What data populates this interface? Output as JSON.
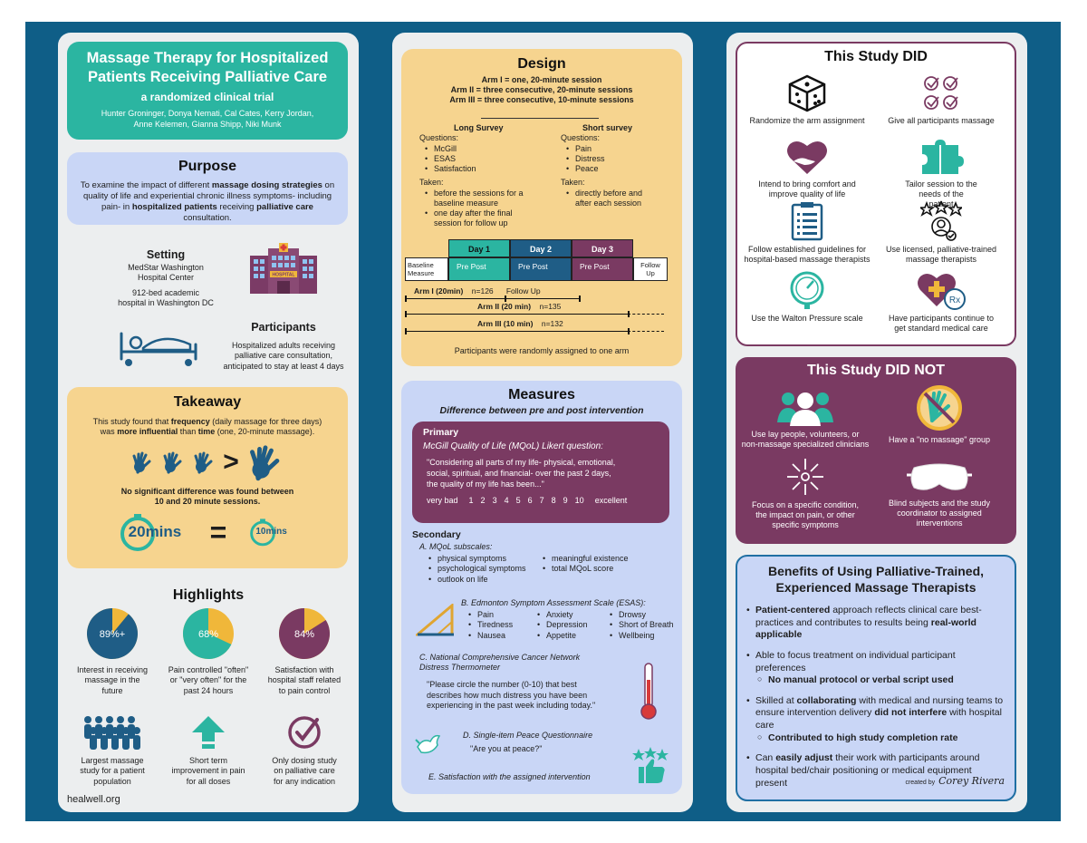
{
  "title": {
    "line1": "Massage Therapy for Hospitalized",
    "line2": "Patients Receiving Palliative Care",
    "subtitle": "a randomized clinical trial",
    "authors1": "Hunter Groninger, Donya Nemati, Cal Cates, Kerry Jordan,",
    "authors2": "Anne Kelemen, Gianna Shipp, Niki Munk"
  },
  "purpose": {
    "heading": "Purpose",
    "p1": "To examine the impact of different ",
    "b1": "massage dosing strategies",
    "p2": " on quality of life and experiential chronic illness symptoms- including pain- in ",
    "b2": "hospitalized patients",
    "p3": " receiving ",
    "b3": "palliative care",
    "p4": " consultation."
  },
  "setting": {
    "heading": "Setting",
    "line1": "MedStar Washington",
    "line2": "Hospital Center",
    "line3": "912-bed academic",
    "line4": "hospital in Washington DC",
    "sign": "HOSPITAL"
  },
  "participants": {
    "heading": "Participants",
    "line1": "Hospitalized adults receiving",
    "line2": "palliative care consultation,",
    "line3": "anticipated to stay at least 4 days"
  },
  "takeaway": {
    "heading": "Takeaway",
    "t1": "This study found that ",
    "b1": "frequency",
    "t2": " (daily massage for three days)",
    "t3": "was ",
    "b2": "more influential",
    "t4": " than ",
    "b3": "time",
    "t5": " (one, 20-minute massage).",
    "gt": ">",
    "nosig1": "No significant difference was found between",
    "nosig2": "10 and 20 minute sessions.",
    "timer20": "20mins",
    "timer10": "10mins",
    "eq": "="
  },
  "highlights": {
    "heading": "Highlights",
    "pie1": {
      "label": "89%+",
      "value": 89,
      "t1": "Interest in receiving",
      "t2": "massage in the",
      "t3": "future"
    },
    "pie2": {
      "label": "68%",
      "value": 68,
      "t1": "Pain controlled \"often\"",
      "t2": "or \"very often\" for the",
      "t3": "past 24 hours"
    },
    "pie3": {
      "label": "84%",
      "value": 84,
      "t1": "Satisfaction with",
      "t2": "hospital staff related",
      "t3": "to pain control"
    },
    "i1": {
      "t1": "Largest massage",
      "t2": "study for a patient",
      "t3": "population"
    },
    "i2": {
      "t1": "Short term",
      "t2": "improvement in pain",
      "t3": "for all doses"
    },
    "i3": {
      "t1": "Only dosing study",
      "t2": "on palliative care",
      "t3": "for any indication"
    },
    "site": "healwell.org"
  },
  "design": {
    "heading": "Design",
    "arm1": "Arm I = one, 20-minute session",
    "arm2": "Arm II = three consecutive, 20-minute sessions",
    "arm3": "Arm III = three consecutive, 10-minute sessions",
    "long": {
      "heading": "Long Survey",
      "q": "Questions:",
      "q1": "McGill",
      "q2": "ESAS",
      "q3": "Satisfaction",
      "taken": "Taken:",
      "k1a": "before the sessions for a",
      "k1b": "baseline measure",
      "k2a": "one day after the final",
      "k2b": "session for follow up"
    },
    "short": {
      "heading": "Short survey",
      "q": "Questions:",
      "q1": "Pain",
      "q2": "Distress",
      "q3": "Peace",
      "taken": "Taken:",
      "k1a": "directly before and",
      "k1b": "after each session"
    },
    "day1": "Day 1",
    "day2": "Day 2",
    "day3": "Day 3",
    "prepost": "Pre Post",
    "baseline1": "Baseline",
    "baseline2": "Measure",
    "follow1": "Follow",
    "follow2": "Up",
    "armI": "Arm I (20min)",
    "nI": "n=126",
    "followup": "Follow Up",
    "armII": "Arm II (20 min)",
    "nII": "n=135",
    "armIII": "Arm III (10 min)",
    "nIII": "n=132",
    "random": "Participants were randomly assigned to one arm"
  },
  "measures": {
    "heading": "Measures",
    "sub": "Difference between pre and post intervention",
    "primary": "Primary",
    "mqol": "McGill Quality of Life (MQoL) Likert question:",
    "quote1": "\"Considering all parts of my life- physical, emotional,",
    "quote2": "social, spiritual, and financial- over the past 2 days,",
    "quote3": "the quality of my life has been...\"",
    "verybad": "very bad",
    "excellent": "excellent",
    "scale": [
      "1",
      "2",
      "3",
      "4",
      "5",
      "6",
      "7",
      "8",
      "9",
      "10"
    ],
    "secondary": "Secondary",
    "a": "A. MQoL subscales:",
    "a1": "physical symptoms",
    "a2": "psychological symptoms",
    "a3": "outlook on life",
    "a4": "meaningful existence",
    "a5": "total MQoL score",
    "b": "B. Edmonton Symptom Assessment Scale (ESAS):",
    "b1": "Pain",
    "b2": "Tiredness",
    "b3": "Nausea",
    "b4": "Anxiety",
    "b5": "Depression",
    "b6": "Appetite",
    "b7": "Drowsy",
    "b8": "Short of Breath",
    "b9": "Wellbeing",
    "c1": "C. National Comprehensive Cancer Network",
    "c2": "Distress Thermometer",
    "cq1": "\"Please circle the number (0-10) that best",
    "cq2": "describes how much distress you have been",
    "cq3": "experiencing in the past week including today.\"",
    "d": "D. Single-item Peace Questionnaire",
    "dq": "\"Are you at peace?\"",
    "e": "E. Satisfaction with the assigned intervention"
  },
  "did": {
    "heading": "This Study DID",
    "i1": {
      "t1": "Randomize the arm assignment",
      "t2": ""
    },
    "i2": {
      "t1": "Give all participants massage",
      "t2": ""
    },
    "i3": {
      "t1": "Intend to bring comfort and",
      "t2": "improve quality of life"
    },
    "i4": {
      "t1": "Tailor session to the",
      "t2": "needs of the",
      "t3": "patient"
    },
    "i5": {
      "t1": "Follow established guidelines for",
      "t2": "hospital-based massage therapists"
    },
    "i6": {
      "t1": "Use licensed, palliative-trained",
      "t2": "massage therapists"
    },
    "i7": {
      "t1": "Use the Walton Pressure scale",
      "t2": ""
    },
    "i8": {
      "t1": "Have participants continue to",
      "t2": "get standard medical care"
    },
    "rx": "Rx"
  },
  "didnot": {
    "heading": "This Study DID NOT",
    "i1": {
      "t1": "Use lay people, volunteers, or",
      "t2": "non-massage specialized clinicians"
    },
    "i2": {
      "t1": "Have a \"no massage\" group",
      "t2": ""
    },
    "i3": {
      "t1": "Focus on a specific condition,",
      "t2": "the impact on pain, or other",
      "t3": "specific symptoms"
    },
    "i4": {
      "t1": "Blind subjects and the study",
      "t2": "coordinator to assigned",
      "t3": "interventions"
    }
  },
  "benefits": {
    "heading1": "Benefits of Using Palliative-Trained,",
    "heading2": "Experienced Massage Therapists",
    "b1": {
      "bold": "Patient-centered",
      "t1": " approach reflects clinical care best-practices and contributes to results being ",
      "bold2": "real-world applicable"
    },
    "b2": {
      "t1": "Able to focus treatment on individual participant preferences",
      "sub": "No manual protocol or verbal script used"
    },
    "b3": {
      "t1": "Skilled at ",
      "bold": "collaborating",
      "t2": " with medical and nursing teams to ensure intervention delivery ",
      "bold2": "did not interfere",
      "t3": " with hospital care",
      "sub": "Contributed to high study completion rate"
    },
    "b4": {
      "t1": "Can ",
      "bold": "easily adjust",
      "t2": " their work with participants around hospital bed/chair positioning or medical equipment present"
    }
  },
  "credit": {
    "created": "created by",
    "name": "Corey Rivera"
  },
  "colors": {
    "teal": "#2bb5a1",
    "plum": "#7a3a62",
    "gold": "#f0b73a",
    "navy": "#0f5e87",
    "lavender": "#c9d6f6",
    "sand": "#f6d48f"
  }
}
